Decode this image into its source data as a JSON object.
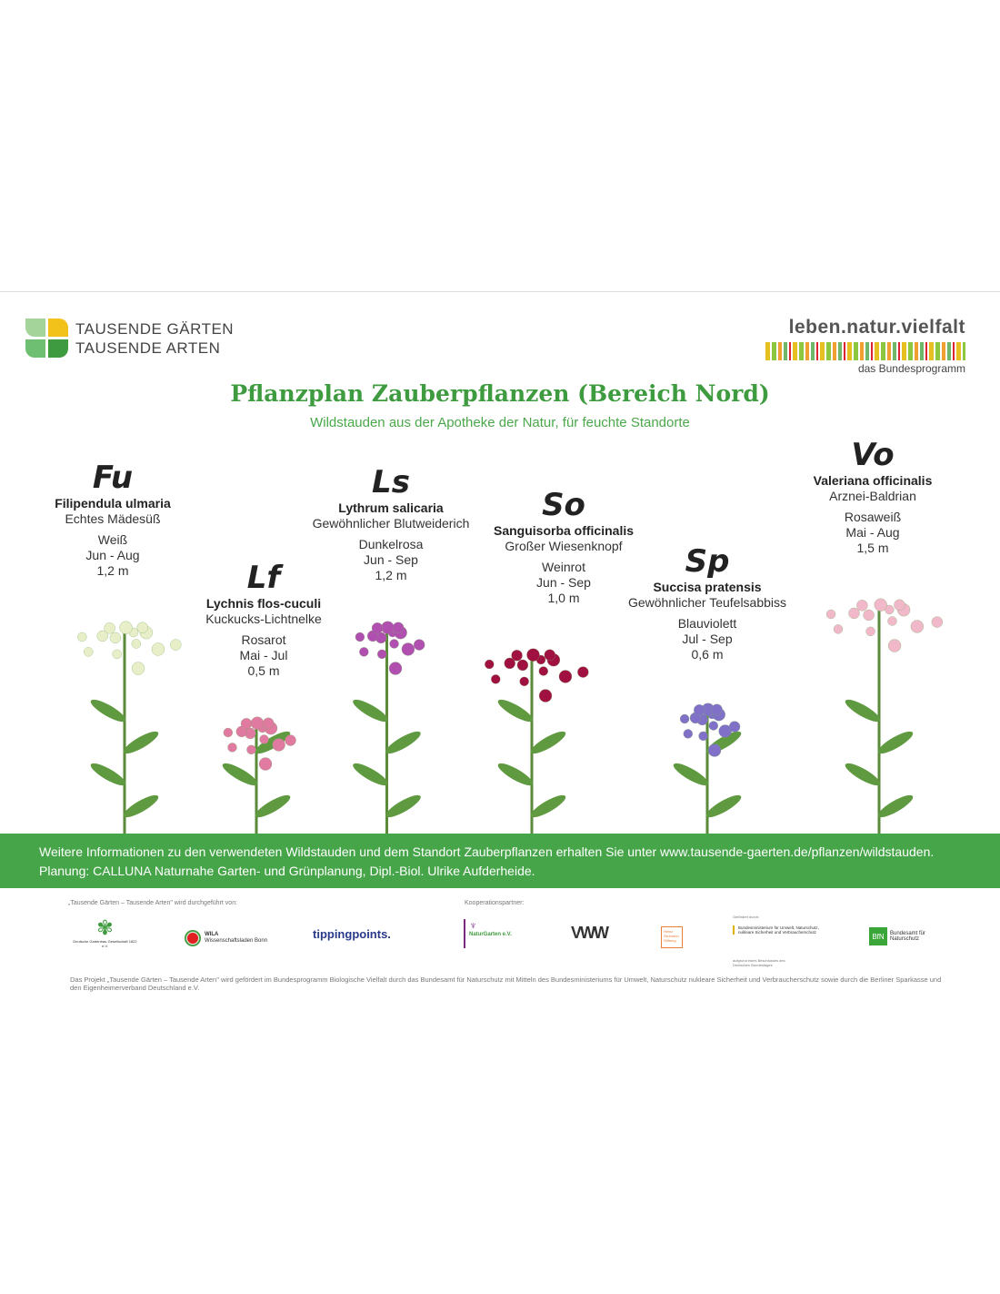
{
  "header": {
    "logo_left_line1": "TAUSENDE GÄRTEN",
    "logo_left_line2": "TAUSENDE ARTEN",
    "logo_right_title": "leben.natur.vielfalt",
    "logo_right_sub": "das Bundesprogramm"
  },
  "title": "Pflanzplan Zauberpflanzen (Bereich Nord)",
  "subtitle": "Wildstauden aus der Apotheke der Natur, für feuchte Standorte",
  "plants": [
    {
      "code": "Fu",
      "latin": "Filipendula ulmaria",
      "common": "Echtes Mädesüß",
      "color": "Weiß",
      "bloom": "Jun - Aug",
      "height": "1,2 m",
      "flower_hex": "#e8efc8"
    },
    {
      "code": "Lf",
      "latin": "Lychnis flos-cuculi",
      "common": "Kuckucks-Lichtnelke",
      "color": "Rosarot",
      "bloom": "Mai - Jul",
      "height": "0,5 m",
      "flower_hex": "#e07aa0"
    },
    {
      "code": "Ls",
      "latin": "Lythrum salicaria",
      "common": "Gewöhnlicher Blutweiderich",
      "color": "Dunkelrosa",
      "bloom": "Jun - Sep",
      "height": "1,2 m",
      "flower_hex": "#b04fb0"
    },
    {
      "code": "So",
      "latin": "Sanguisorba officinalis",
      "common": "Großer Wiesenknopf",
      "color": "Weinrot",
      "bloom": "Jun - Sep",
      "height": "1,0 m",
      "flower_hex": "#a01040"
    },
    {
      "code": "Sp",
      "latin": "Succisa pratensis",
      "common": "Gewöhnlicher Teufelsabbiss",
      "color": "Blauviolett",
      "bloom": "Jul - Sep",
      "height": "0,6 m",
      "flower_hex": "#8070c8"
    },
    {
      "code": "Vo",
      "latin": "Valeriana officinalis",
      "common": "Arznei-Baldrian",
      "color": "Rosaweiß",
      "bloom": "Mai - Aug",
      "height": "1,5 m",
      "flower_hex": "#f0b8c8"
    }
  ],
  "band": {
    "line1": "Weitere Informationen zu den verwendeten Wildstauden und dem Standort Zauberpflanzen erhalten Sie unter www.tausende-gaerten.de/pflanzen/wildstauden.",
    "line2": "Planung: CALLUNA Naturnahe Garten- und Grünplanung, Dipl.-Biol. Ulrike Aufderheide."
  },
  "partners": {
    "label_left": "„Tausende Gärten – Tausende Arten\" wird durchgeführt von:",
    "label_right": "Kooperationspartner:",
    "ddg": "Deutsche Gartenbau-Gesellschaft 1822 e.V.",
    "wila1": "WILA",
    "wila2": "Wissenschaftsladen Bonn",
    "tipping": "tippingpoints.",
    "naturgarten": "NaturGarten e.V.",
    "vww": "VWW",
    "heinz": "Heinz Sielmann Stiftung",
    "bmu_label": "Gefördert durch:",
    "bmu": "Bundesministerium für Umwelt, Naturschutz, nukleare Sicherheit und Verbraucherschutz",
    "bmu_note": "aufgrund eines Beschlusses des Deutschen Bundestages",
    "bfn": "Bundesamt für Naturschutz"
  },
  "footer": "Das Projekt „Tausende Gärten – Tausende Arten\" wird gefördert im Bundesprogramm Biologische Vielfalt durch das Bundesamt für Naturschutz mit Mitteln des Bundesministeriums für Umwelt, Naturschutz nukleare Sicherheit und Verbraucherschutz sowie durch die Berliner Sparkasse und den Eigenheimerverband Deutschland e.V."
}
